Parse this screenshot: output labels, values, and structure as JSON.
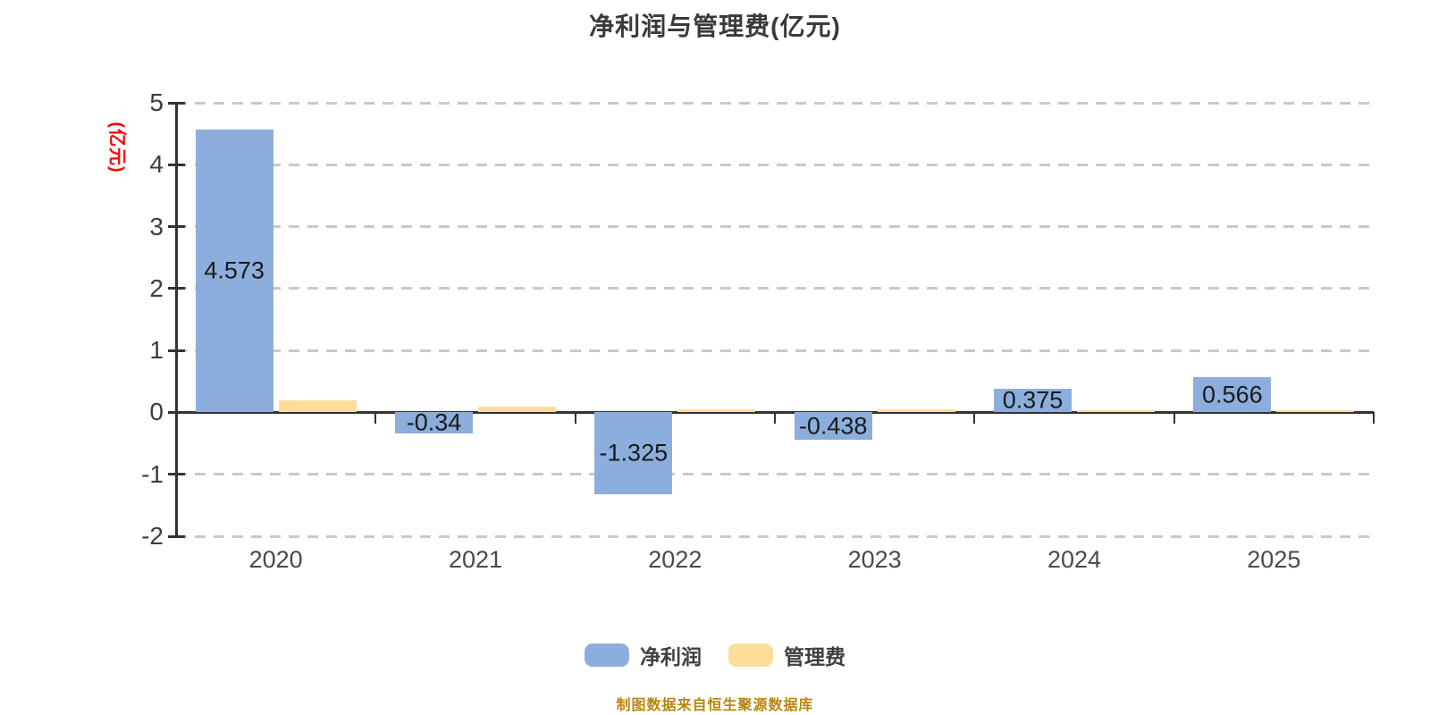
{
  "title": "净利润与管理费(亿元)",
  "y_axis_unit": "(亿元)",
  "source_note": "制图数据来自恒生聚源数据库",
  "colors": {
    "net_profit_bar": "#8caedc",
    "management_fee_bar": "#fcdd9a",
    "y_unit_label": "#ff0000",
    "source_note": "#b8860b",
    "axis": "#333333",
    "gridline": "#c9c9c9"
  },
  "chart_data": {
    "type": "bar",
    "title": "净利润与管理费(亿元)",
    "ylabel": "(亿元)",
    "categories": [
      "2020",
      "2021",
      "2022",
      "2023",
      "2024",
      "2025"
    ],
    "series": [
      {
        "name": "净利润",
        "color": "#8caedc",
        "values": [
          4.573,
          -0.34,
          -1.325,
          -0.438,
          0.375,
          0.566
        ],
        "labels": [
          "4.573",
          "-0.34",
          "-1.325",
          "-0.438",
          "0.375",
          "0.566"
        ]
      },
      {
        "name": "管理费",
        "color": "#fcdd9a",
        "values": [
          0.19,
          0.1,
          0.05,
          0.05,
          0.03,
          0.03
        ],
        "labels": []
      }
    ],
    "ylim": [
      -2,
      5
    ],
    "yticks": [
      5,
      4,
      3,
      2,
      1,
      0,
      -1,
      -2
    ],
    "grid": "horizontal-dashed",
    "legend_position": "bottom"
  }
}
